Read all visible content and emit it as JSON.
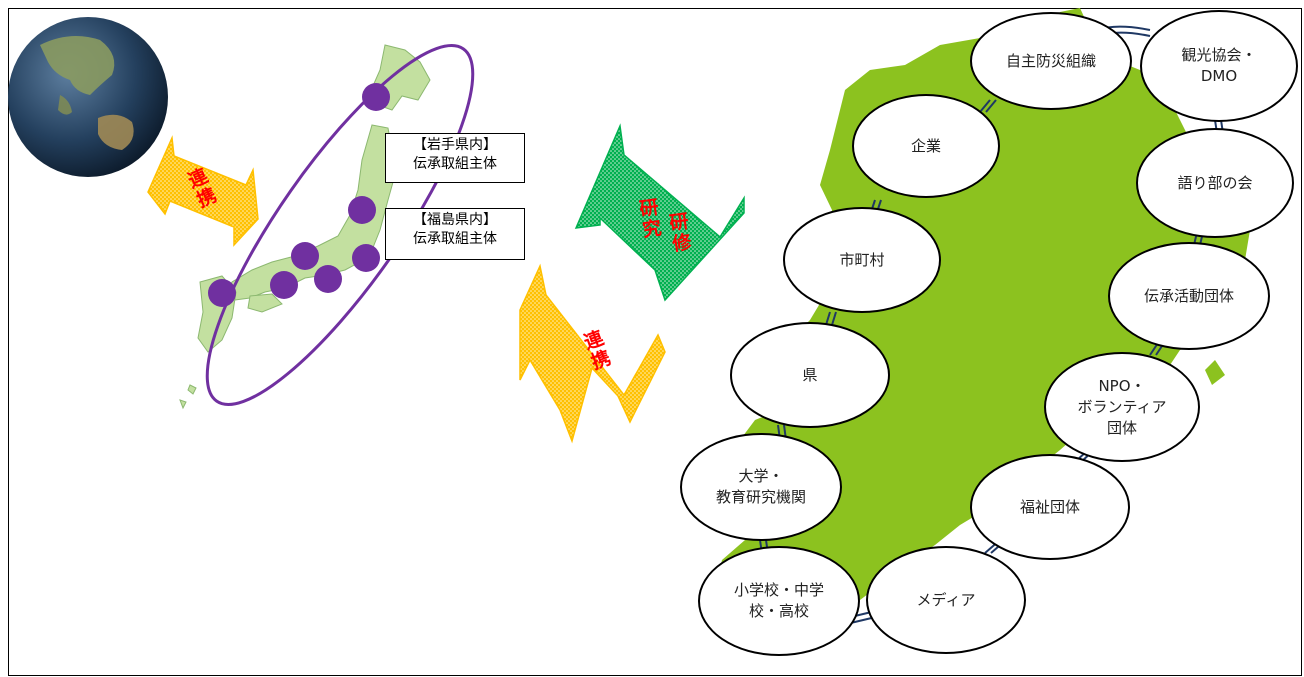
{
  "colors": {
    "region_fill": "#8cc21f",
    "japan_fill": "#c3e0a0",
    "marker": "#7030a0",
    "link_arrow": "#ffc000",
    "training_arrow": "#00b050",
    "arrow_text": "#ff0000",
    "chain": "#1f3864"
  },
  "callouts": {
    "iwate": "【岩手県内】\n伝承取組主体",
    "fukushima": "【福島県内】\n伝承取組主体"
  },
  "arrows": {
    "top_left_label": "連携",
    "training_left_column": "研究",
    "training_right_column": "研修",
    "bottom_label": "連携"
  },
  "nodes": [
    {
      "id": "jishu-bousai",
      "label": "自主防災組織"
    },
    {
      "id": "kanko",
      "label": "観光協会・\nDMO"
    },
    {
      "id": "kigyo",
      "label": "企業"
    },
    {
      "id": "kataribe",
      "label": "語り部の会"
    },
    {
      "id": "shichoson",
      "label": "市町村"
    },
    {
      "id": "densho",
      "label": "伝承活動団体"
    },
    {
      "id": "ken",
      "label": "県"
    },
    {
      "id": "npo",
      "label": "NPO・\nボランティア\n団体"
    },
    {
      "id": "daigaku",
      "label": "大学・\n教育研究機関"
    },
    {
      "id": "fukushi",
      "label": "福祉団体"
    },
    {
      "id": "gakko",
      "label": "小学校・中学\n校・高校"
    },
    {
      "id": "media",
      "label": "メディア"
    }
  ]
}
